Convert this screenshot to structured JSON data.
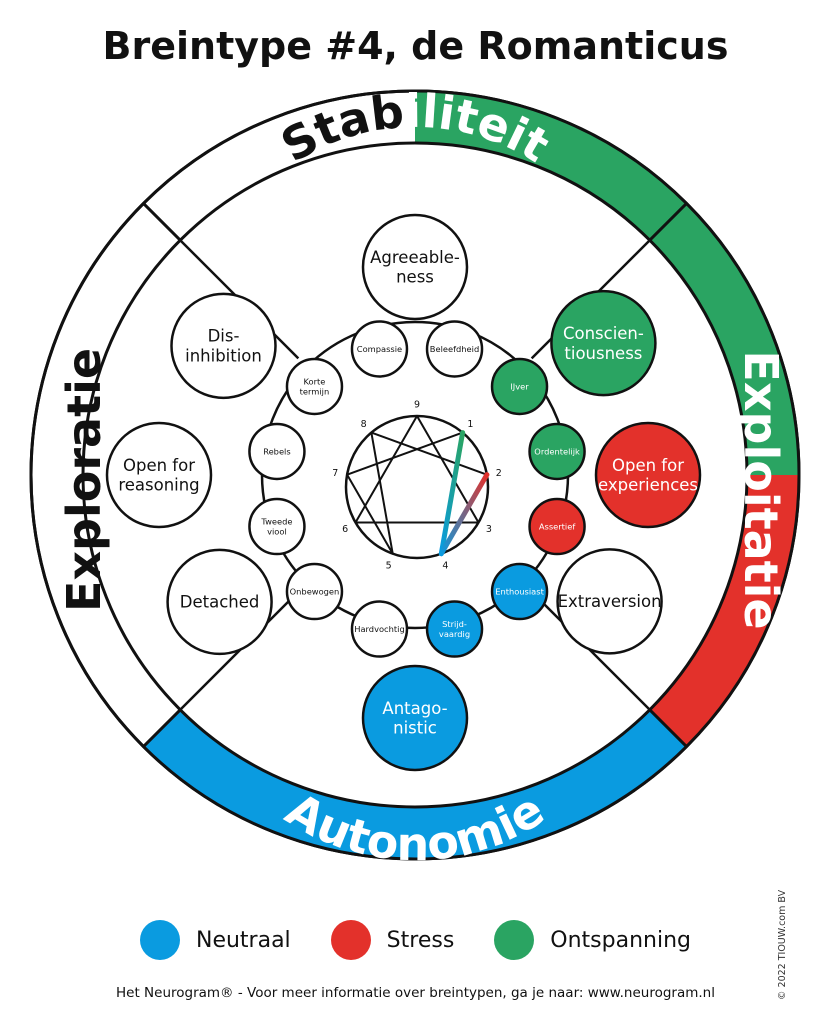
{
  "title": "Breintype #4, de Romanticus",
  "colors": {
    "neutral": "#0a9be0",
    "stress": "#e3312b",
    "relax": "#2aa462",
    "line": "#111111"
  },
  "outer_ring": [
    {
      "key": "top",
      "text_dark": "Stab",
      "text_light": "iliteit"
    },
    {
      "key": "right",
      "text": "Exploitatie"
    },
    {
      "key": "bottom",
      "text": "Autonomie"
    },
    {
      "key": "left",
      "text": "Exploratie"
    }
  ],
  "big_circles": [
    {
      "key": "agreeableness",
      "lines": [
        "Agreeable-",
        "ness"
      ],
      "color": "white"
    },
    {
      "key": "conscientiousness",
      "lines": [
        "Conscien-",
        "tiousness"
      ],
      "color": "relax"
    },
    {
      "key": "open-experiences",
      "lines": [
        "Open for",
        "experiences"
      ],
      "color": "stress"
    },
    {
      "key": "extraversion",
      "lines": [
        "Extraversion"
      ],
      "color": "white"
    },
    {
      "key": "antagonistic",
      "lines": [
        "Antago-",
        "nistic"
      ],
      "color": "neutral"
    },
    {
      "key": "detached",
      "lines": [
        "Detached"
      ],
      "color": "white"
    },
    {
      "key": "open-reasoning",
      "lines": [
        "Open for",
        "reasoning"
      ],
      "color": "white"
    },
    {
      "key": "disinhibition",
      "lines": [
        "Dis-",
        "inhibition"
      ],
      "color": "white"
    }
  ],
  "small_circles": [
    {
      "key": "compassie",
      "lines": [
        "Compassie"
      ],
      "color": "white"
    },
    {
      "key": "beleefdheid",
      "lines": [
        "Beleefdheid"
      ],
      "color": "white"
    },
    {
      "key": "ijver",
      "lines": [
        "IJver"
      ],
      "color": "relax"
    },
    {
      "key": "ordentelijk",
      "lines": [
        "Ordentelijk"
      ],
      "color": "relax"
    },
    {
      "key": "assertief",
      "lines": [
        "Assertief"
      ],
      "color": "stress"
    },
    {
      "key": "enthousiast",
      "lines": [
        "Enthousiast"
      ],
      "color": "neutral"
    },
    {
      "key": "strijdvaardig",
      "lines": [
        "Strijd-",
        "vaardig"
      ],
      "color": "neutral"
    },
    {
      "key": "hardvochtig",
      "lines": [
        "Hardvochtig"
      ],
      "color": "white"
    },
    {
      "key": "onbewogen",
      "lines": [
        "Onbewogen"
      ],
      "color": "white"
    },
    {
      "key": "tweede-viool",
      "lines": [
        "Tweede",
        "viool"
      ],
      "color": "white"
    },
    {
      "key": "rebels",
      "lines": [
        "Rebels"
      ],
      "color": "white"
    },
    {
      "key": "korte-termijn",
      "lines": [
        "Korte",
        "termijn"
      ],
      "color": "white"
    }
  ],
  "enneagram": {
    "numbers": [
      "9",
      "1",
      "2",
      "3",
      "4",
      "5",
      "6",
      "7",
      "8"
    ],
    "arrows": [
      {
        "from": "4",
        "to": "1",
        "color": "relax"
      },
      {
        "from": "4",
        "to": "2",
        "color": "stress"
      }
    ]
  },
  "legend": [
    {
      "label": "Neutraal",
      "color": "neutral"
    },
    {
      "label": "Stress",
      "color": "stress"
    },
    {
      "label": "Ontspanning",
      "color": "relax"
    }
  ],
  "footer": "Het Neurogram® - Voor meer informatie over breintypen, ga je naar: www.neurogram.nl",
  "copyright": "© 2022 TIOUW.com BV"
}
